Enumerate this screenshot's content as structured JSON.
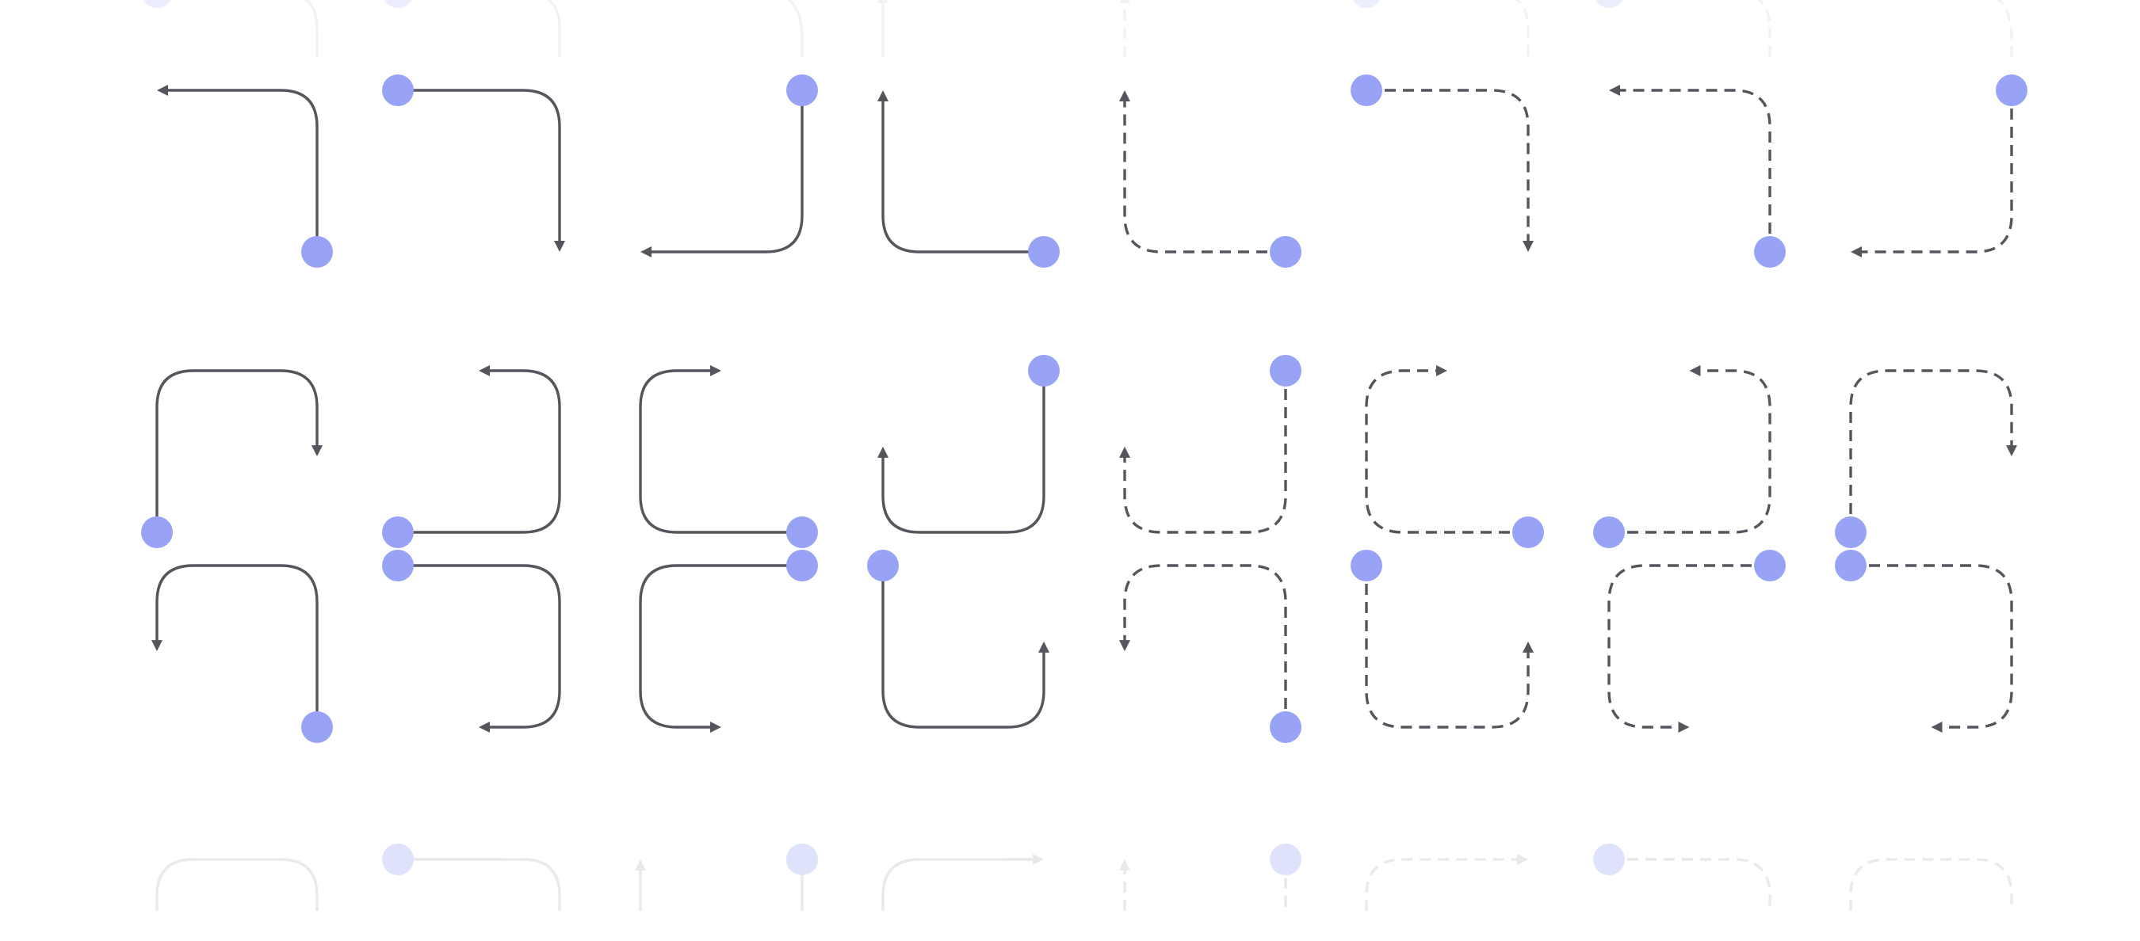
{
  "colors": {
    "background": "#ffffff",
    "stroke_active": "#55555e",
    "stroke_muted": "#b9b9bd",
    "node_fill": "#98a3f5"
  },
  "rows": [
    {
      "id": "top-fading-row",
      "opacity": 0.18,
      "connectors": [
        {
          "style": "solid",
          "shape": "left-down",
          "start_dot": true,
          "arrow": "end"
        },
        {
          "style": "solid",
          "shape": "right-down",
          "start_dot": true,
          "arrow": "end"
        },
        {
          "style": "solid",
          "shape": "up-left",
          "start_dot": false,
          "arrow": "end"
        },
        {
          "style": "solid",
          "shape": "stub-up",
          "start_dot": false,
          "arrow": "end"
        },
        {
          "style": "dashed",
          "shape": "stub-up",
          "start_dot": false,
          "arrow": "end"
        },
        {
          "style": "dashed",
          "shape": "right-down",
          "start_dot": true,
          "arrow": "end"
        },
        {
          "style": "dashed",
          "shape": "left-down",
          "start_dot": true,
          "arrow": "end"
        },
        {
          "style": "dashed",
          "shape": "up-left",
          "start_dot": false,
          "arrow": "end"
        }
      ]
    },
    {
      "id": "row-1",
      "opacity": 1,
      "connectors": [
        {
          "style": "solid",
          "shape": "up-then-left",
          "start_dot": true,
          "arrow": "end"
        },
        {
          "style": "solid",
          "shape": "right-then-down",
          "start_dot": true,
          "arrow": "end"
        },
        {
          "style": "solid",
          "shape": "down-then-left",
          "start_dot": true,
          "arrow": "end"
        },
        {
          "style": "solid",
          "shape": "left-then-up",
          "start_dot": true,
          "arrow": "end"
        },
        {
          "style": "dashed",
          "shape": "left-then-up",
          "start_dot": true,
          "arrow": "end"
        },
        {
          "style": "dashed",
          "shape": "right-then-down",
          "start_dot": true,
          "arrow": "end"
        },
        {
          "style": "dashed",
          "shape": "up-then-left",
          "start_dot": true,
          "arrow": "end"
        },
        {
          "style": "dashed",
          "shape": "down-then-left",
          "start_dot": true,
          "arrow": "end"
        }
      ]
    },
    {
      "id": "row-2",
      "opacity": 1,
      "connectors": [
        {
          "style": "solid",
          "shape": "up-right-down",
          "start_dot": true,
          "arrow": "end"
        },
        {
          "style": "solid",
          "shape": "right-up-left",
          "start_dot": true,
          "arrow": "end"
        },
        {
          "style": "solid",
          "shape": "left-up-right",
          "start_dot": true,
          "arrow": "end"
        },
        {
          "style": "solid",
          "shape": "down-left-up",
          "start_dot": true,
          "arrow": "end"
        },
        {
          "style": "dashed",
          "shape": "down-left-up",
          "start_dot": true,
          "arrow": "end"
        },
        {
          "style": "dashed",
          "shape": "left-up-right",
          "start_dot": true,
          "arrow": "end"
        },
        {
          "style": "dashed",
          "shape": "right-up-left",
          "start_dot": true,
          "arrow": "end"
        },
        {
          "style": "dashed",
          "shape": "up-right-down",
          "start_dot": true,
          "arrow": "end"
        }
      ]
    },
    {
      "id": "row-3",
      "opacity": 1,
      "connectors": [
        {
          "style": "solid",
          "shape": "up-left-down",
          "start_dot": true,
          "arrow": "end"
        },
        {
          "style": "solid",
          "shape": "right-down-left",
          "start_dot": true,
          "arrow": "end"
        },
        {
          "style": "solid",
          "shape": "left-down-right",
          "start_dot": true,
          "arrow": "end"
        },
        {
          "style": "solid",
          "shape": "down-right-up",
          "start_dot": true,
          "arrow": "end"
        },
        {
          "style": "dashed",
          "shape": "up-left-down",
          "start_dot": true,
          "arrow": "end"
        },
        {
          "style": "dashed",
          "shape": "down-right-up",
          "start_dot": true,
          "arrow": "end"
        },
        {
          "style": "dashed",
          "shape": "left-down-right",
          "start_dot": true,
          "arrow": "end"
        },
        {
          "style": "dashed",
          "shape": "right-down-left",
          "start_dot": true,
          "arrow": "end"
        }
      ]
    },
    {
      "id": "bottom-fading-row",
      "opacity": 0.3,
      "connectors": [
        {
          "style": "solid",
          "shape": "arch",
          "start_dot": false,
          "arrow": "none"
        },
        {
          "style": "solid",
          "shape": "right-arch",
          "start_dot": true,
          "arrow": "none"
        },
        {
          "style": "solid",
          "shape": "stub-up-dot",
          "start_dot": true,
          "arrow": "end"
        },
        {
          "style": "solid",
          "shape": "arch-right",
          "start_dot": false,
          "arrow": "end"
        },
        {
          "style": "dashed",
          "shape": "stub-up-dot",
          "start_dot": true,
          "arrow": "end"
        },
        {
          "style": "dashed",
          "shape": "arch-right",
          "start_dot": false,
          "arrow": "end"
        },
        {
          "style": "dashed",
          "shape": "right-arch",
          "start_dot": true,
          "arrow": "none"
        },
        {
          "style": "dashed",
          "shape": "arch",
          "start_dot": false,
          "arrow": "none"
        }
      ]
    }
  ]
}
